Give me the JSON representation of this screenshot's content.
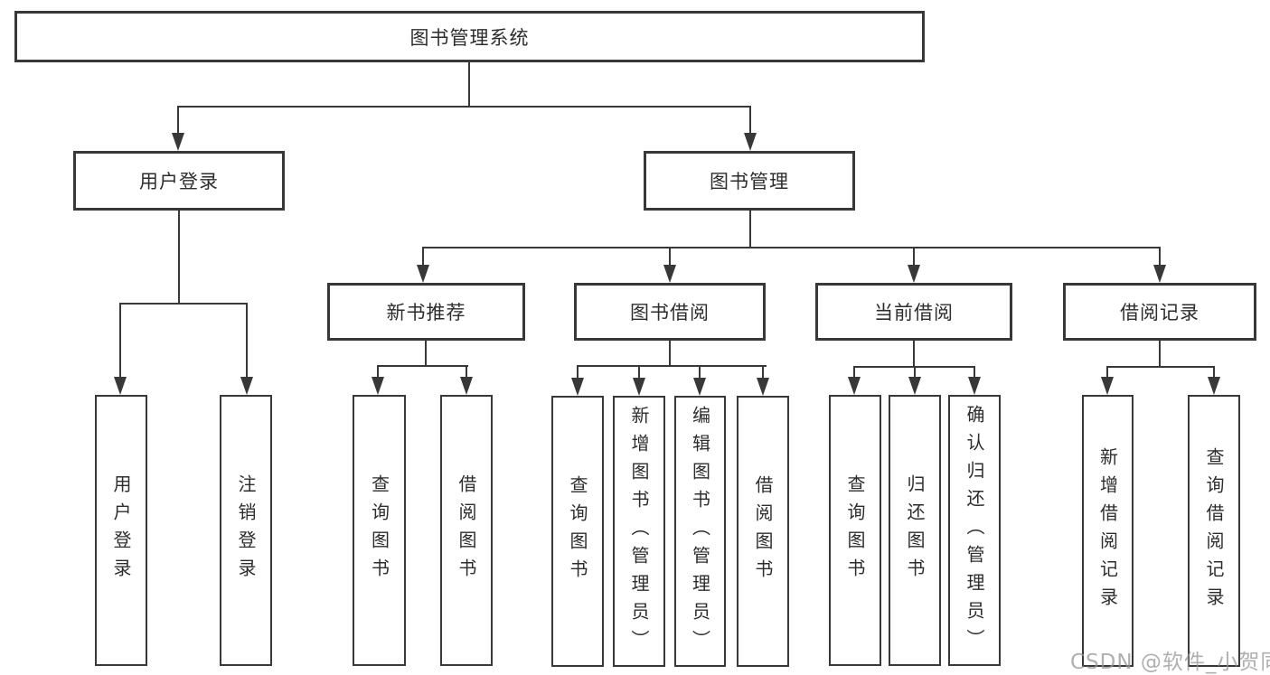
{
  "diagram_title": "图书管理系统",
  "watermark": "CSDN @软件_小贺同学",
  "colors": {
    "line": "#383838",
    "box_border": "#383838",
    "text": "#2d2d2d",
    "background": "#ffffff",
    "watermark_text": "#949494"
  },
  "tree": {
    "root": {
      "label": "图书管理系统"
    },
    "branches": [
      {
        "label": "用户登录",
        "children": [
          "用户登录",
          "注销登录"
        ]
      },
      {
        "label": "图书管理",
        "sections": [
          {
            "label": "新书推荐",
            "children": [
              "查询图书",
              "借阅图书"
            ]
          },
          {
            "label": "图书借阅",
            "children": [
              "查询图书",
              "新增图书（管理员）",
              "编辑图书（管理员）",
              "借阅图书"
            ]
          },
          {
            "label": "当前借阅",
            "children": [
              "查询图书",
              "归还图书",
              "确认归还（管理员）"
            ]
          },
          {
            "label": "借阅记录",
            "children": [
              "新增借阅记录",
              "查询借阅记录"
            ]
          }
        ]
      }
    ]
  }
}
